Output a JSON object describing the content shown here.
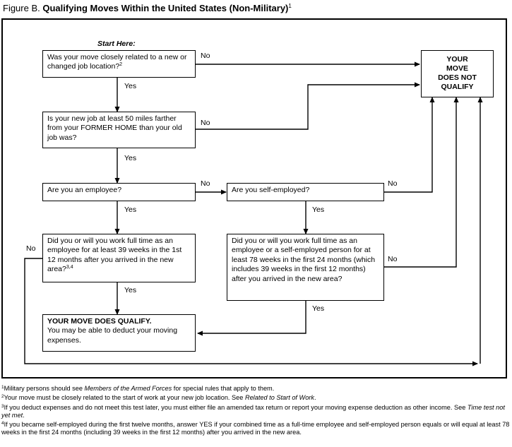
{
  "figure": {
    "label": "Figure B.",
    "title": "Qualifying Moves Within the United States (Non-Military)",
    "title_note": "1"
  },
  "start_label": "Start Here:",
  "boxes": {
    "q1": {
      "text": "Was your move closely related to a new or changed job location?",
      "note": "2"
    },
    "q2": {
      "text": "Is your new job at least 50 miles farther from your FORMER HOME than your old job was?"
    },
    "q3": {
      "text": "Are you an employee?"
    },
    "q4": {
      "text": "Are you self-employed?"
    },
    "q5": {
      "text": "Did you or will you work full time as an employee for at least 39 weeks in the 1st 12 months after you arrived in the new area?",
      "note": "3,4"
    },
    "q6": {
      "text": "Did you or will you work full time as an employee or a self-employed person for at least 78 weeks in the first 24 months (which includes 39 weeks in the first 12 months) after you arrived in the new area?"
    },
    "qualify": {
      "title": "YOUR MOVE DOES QUALIFY.",
      "text": "You may be able to deduct your moving expenses."
    },
    "not_qualify": {
      "line1": "YOUR",
      "line2": "MOVE",
      "line3": "DOES NOT",
      "line4": "QUALIFY"
    }
  },
  "answers": {
    "yes": "Yes",
    "no": "No"
  },
  "footnotes": [
    {
      "num": "1",
      "a": "Military persons should see ",
      "i": "Members of the Armed Forces",
      "b": " for special rules that apply to them."
    },
    {
      "num": "2",
      "a": "Your move must be closely related to the start of work at your new job location. See ",
      "i": "Related to Start of Work",
      "b": "."
    },
    {
      "num": "3",
      "a": "If you deduct expenses and do not meet this test later, you must either file an amended tax return or report your moving expense deduction as other income. See ",
      "i": "Time test not yet met",
      "b": "."
    },
    {
      "num": "4",
      "a": "If you became self-employed during the first twelve months, answer YES if your combined time as a full-time employee and self-employed person equals or will equal at least 78 weeks in the first 24 months (including 39 weeks in the first 12 months) after you arrived in the new area.",
      "i": "",
      "b": ""
    }
  ]
}
